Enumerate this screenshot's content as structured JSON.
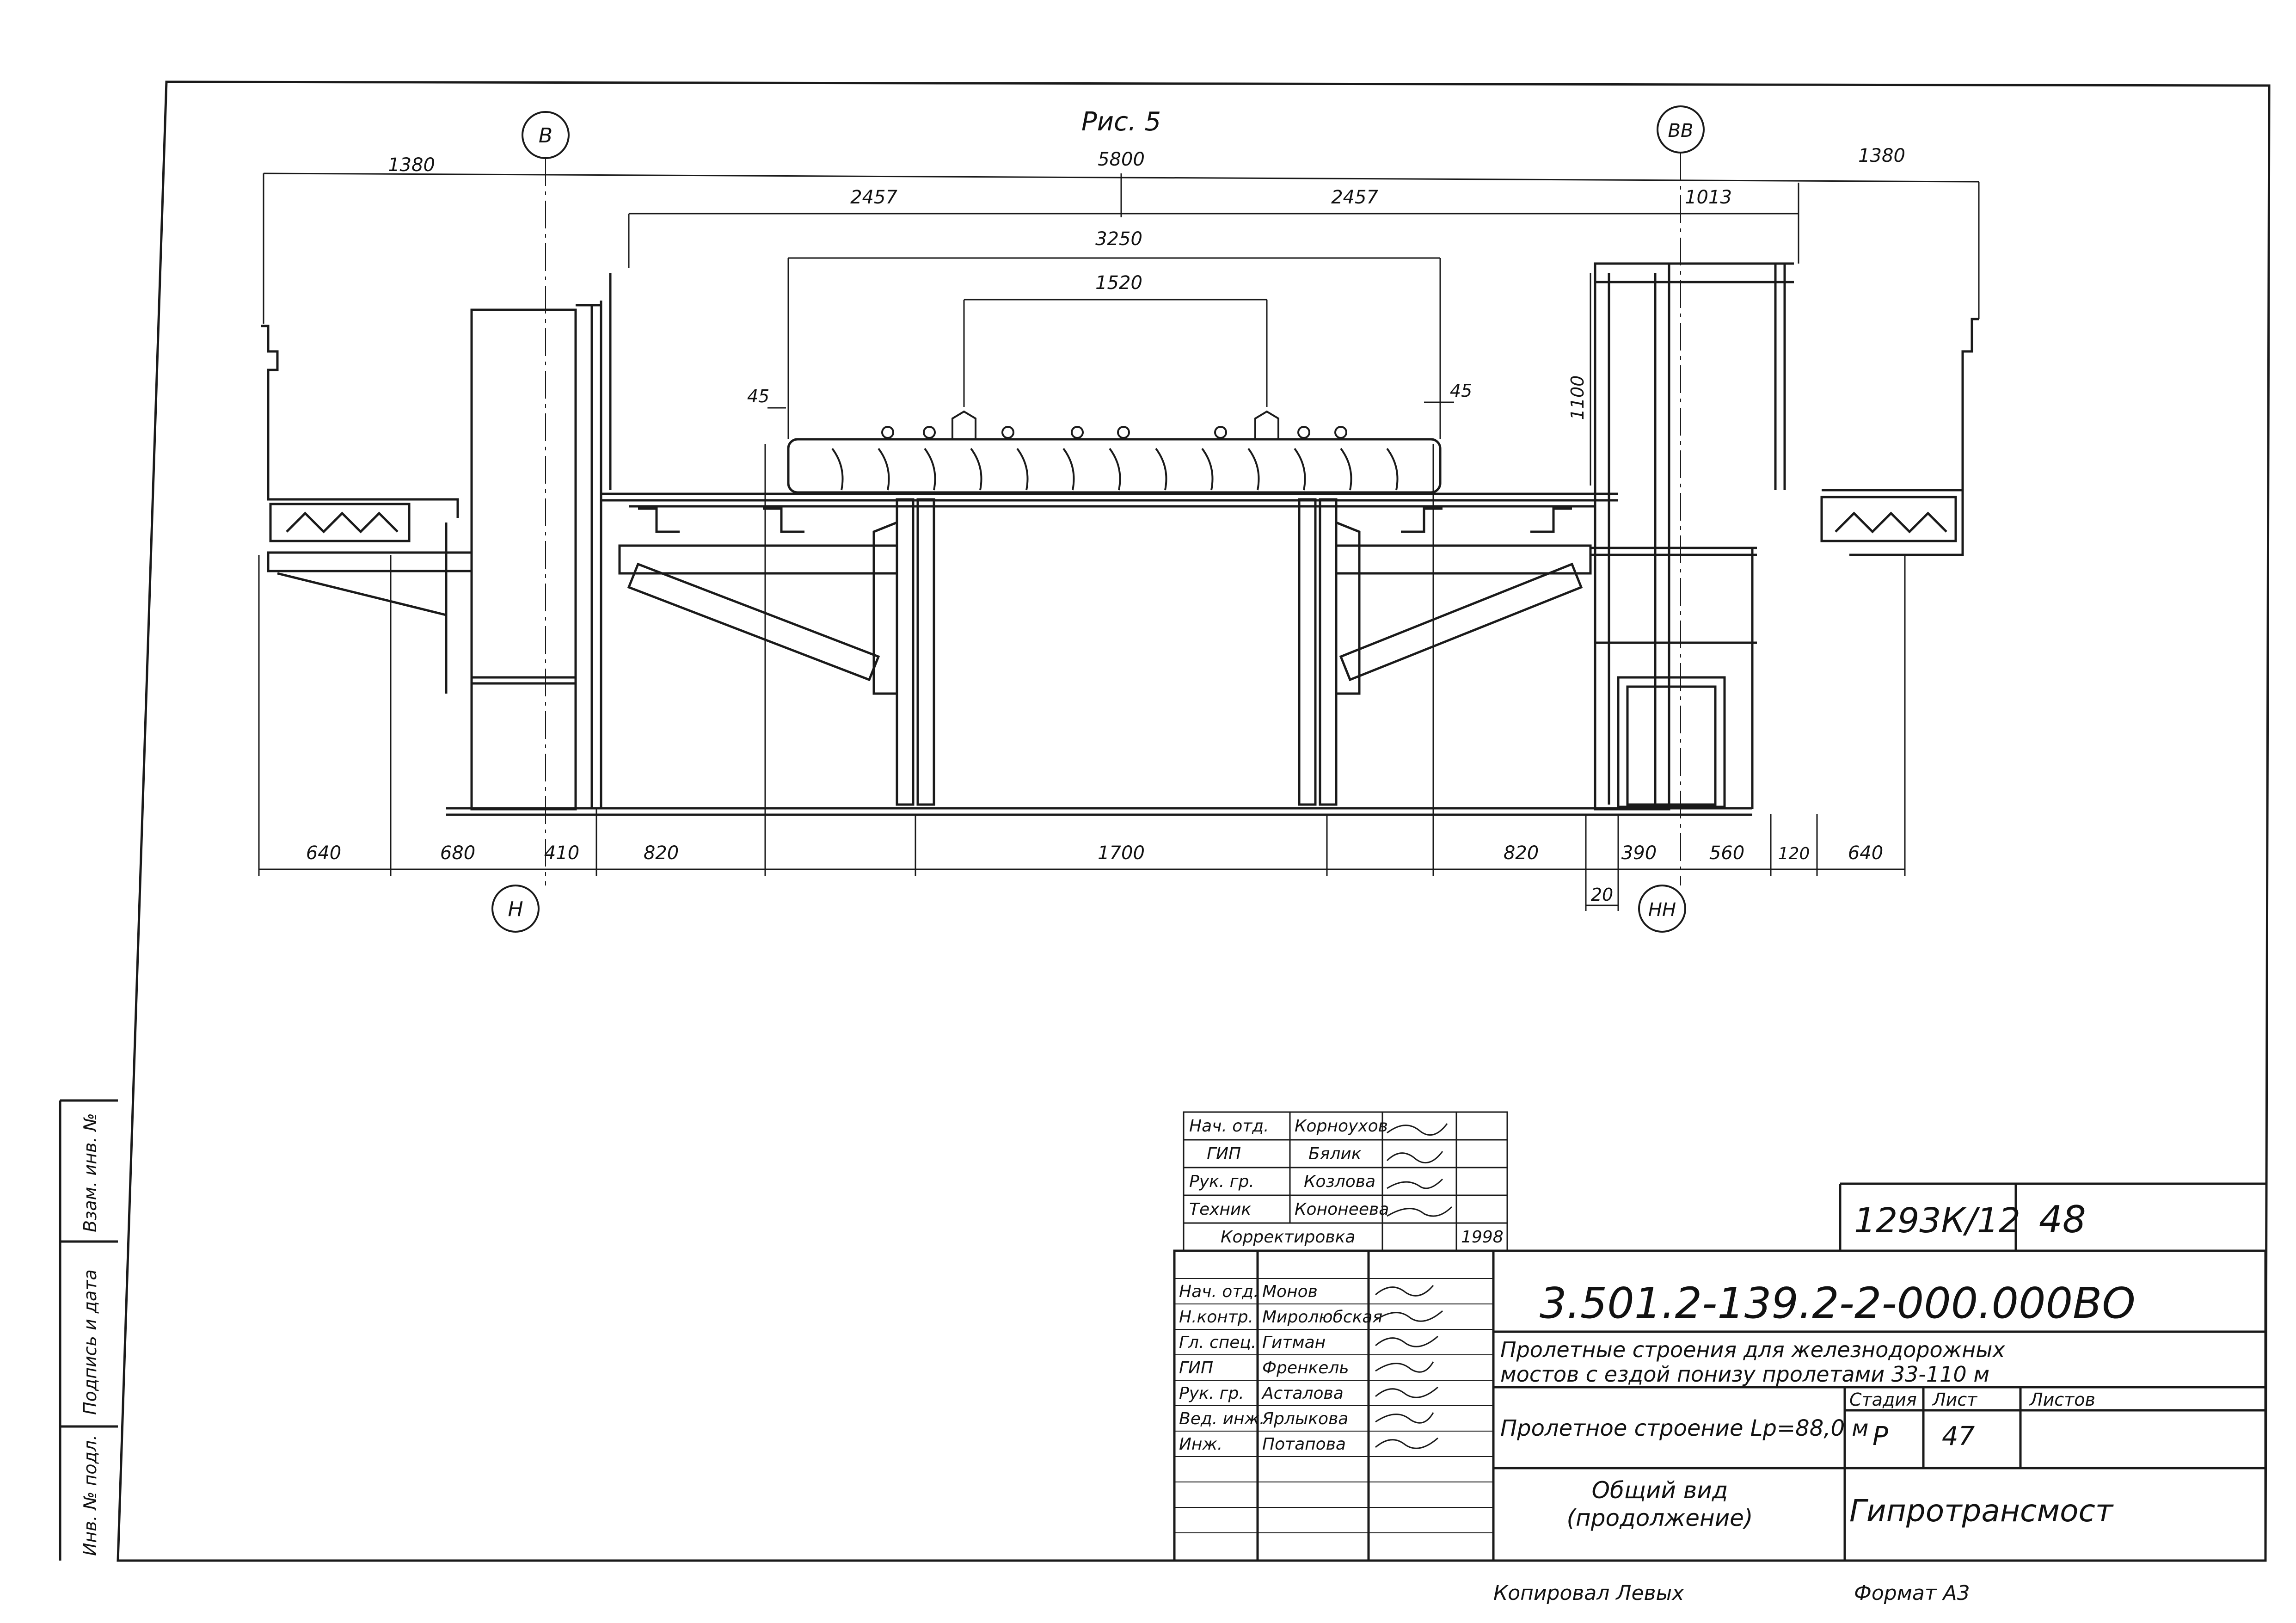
{
  "figure": {
    "caption": "Рис. 5",
    "axes": {
      "top_left": "В",
      "top_right": "ВВ",
      "bottom_left": "Н",
      "bottom_right": "НН"
    },
    "dimensions": {
      "total": "5800",
      "left_cantilever": "1380",
      "right_cantilever": "1380",
      "half_left": "2457",
      "half_right": "2457",
      "right_top": "1013",
      "sleepers": "3250",
      "gauge": "1520",
      "left_gap": "45",
      "right_gap": "45",
      "height": "1100",
      "bottom": [
        "640",
        "680",
        "410",
        "820",
        "1700",
        "820",
        "390",
        "560",
        "120",
        "640"
      ],
      "small": "20"
    }
  },
  "stamp_small": {
    "rows": [
      {
        "role": "Нач. отд.",
        "name": "Корноухов"
      },
      {
        "role": "ГИП",
        "name": "Бялик"
      },
      {
        "role": "Рук. гр.",
        "name": "Козлова"
      },
      {
        "role": "Техник",
        "name": "Кононеева"
      }
    ],
    "correction_label": "Корректировка",
    "correction_year": "1998"
  },
  "title_block": {
    "sheet_code": "1293К/12",
    "sheet_number": "48",
    "doc_code": "3.501.2-139.2-2-000.000ВО",
    "title_line1": "Пролетные строения для железнодорожных",
    "title_line2": "мостов с ездой понизу пролетами 33-110 м",
    "span_title": "Пролетное строение Lр=88,0 м",
    "view_title1": "Общий вид",
    "view_title2": "(продолжение)",
    "stage_header": "Стадия",
    "sheet_header": "Лист",
    "sheets_header": "Листов",
    "stage": "Р",
    "sheet": "47",
    "organization": "Гипротрансмост",
    "signatures": [
      {
        "role": "Нач. отд.",
        "name": "Монов"
      },
      {
        "role": "Н.контр.",
        "name": "Миролюбская"
      },
      {
        "role": "Гл. спец.",
        "name": "Гитман"
      },
      {
        "role": "ГИП",
        "name": "Френкель"
      },
      {
        "role": "Рук. гр.",
        "name": "Асталова"
      },
      {
        "role": "Вед. инж.",
        "name": "Ярлыкова"
      },
      {
        "role": "Инж.",
        "name": "Потапова"
      }
    ]
  },
  "side_labels": [
    "Взам. инв. №",
    "Подпись и дата",
    "Инв. № подл."
  ],
  "footer": {
    "copied": "Копировал Левых",
    "format": "Формат А3"
  }
}
